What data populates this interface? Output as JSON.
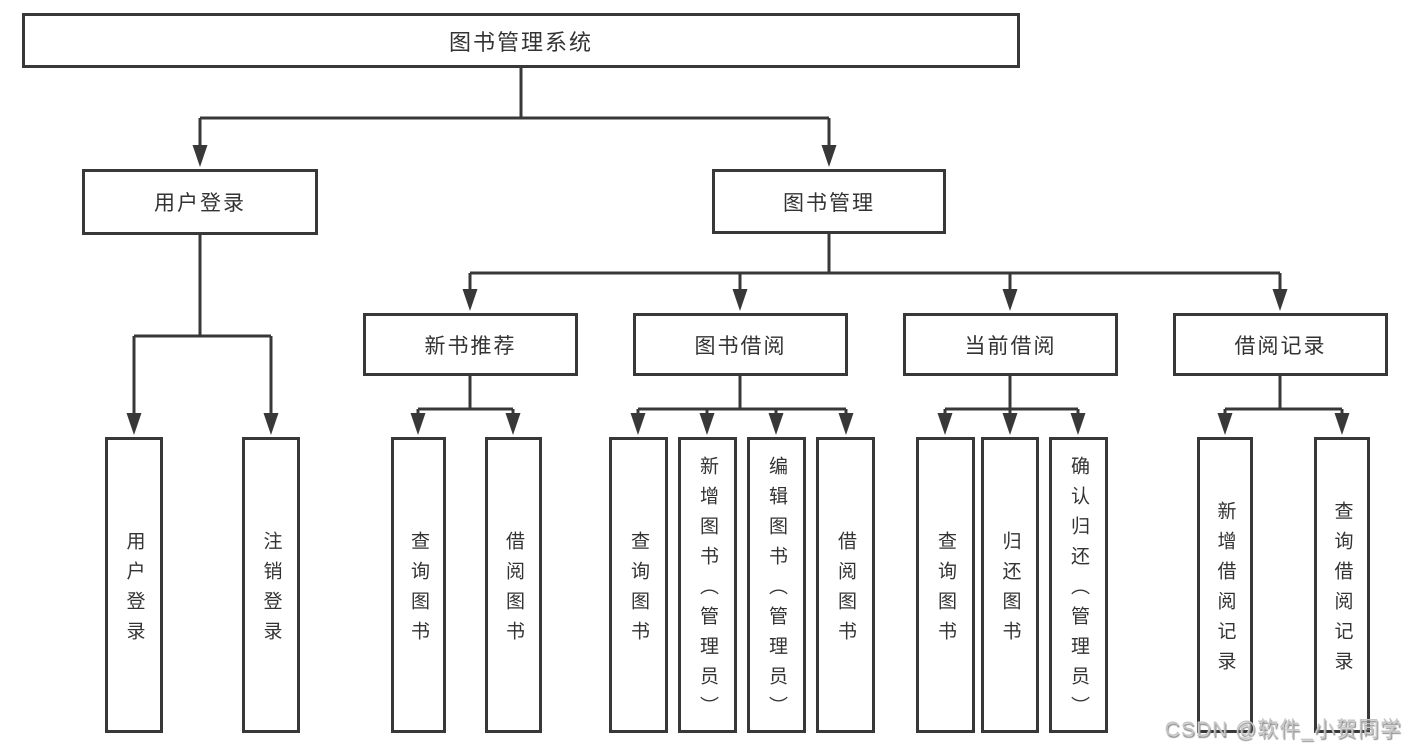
{
  "colors": {
    "line": "#383838",
    "box_border": "#383838",
    "box_background": "#ffffff",
    "text": "#333333",
    "page_background": "#ffffff",
    "watermark": "#c6c6c6"
  },
  "watermark": "CSDN @软件_小贺同学",
  "nodes": {
    "root": {
      "label": "图书管理系统"
    },
    "user_login": {
      "label": "用户登录",
      "children": [
        "用户登录",
        "注销登录"
      ]
    },
    "book_mgmt": {
      "label": "图书管理"
    },
    "new_books": {
      "label": "新书推荐",
      "children": [
        "查询图书",
        "借阅图书"
      ]
    },
    "book_borrow": {
      "label": "图书借阅",
      "children": [
        "查询图书",
        "新增图书（管理员）",
        "编辑图书（管理员）",
        "借阅图书"
      ]
    },
    "current_borrow": {
      "label": "当前借阅",
      "children": [
        "查询图书",
        "归还图书",
        "确认归还（管理员）"
      ]
    },
    "borrow_records": {
      "label": "借阅记录",
      "children": [
        "新增借阅记录",
        "查询借阅记录"
      ]
    }
  }
}
